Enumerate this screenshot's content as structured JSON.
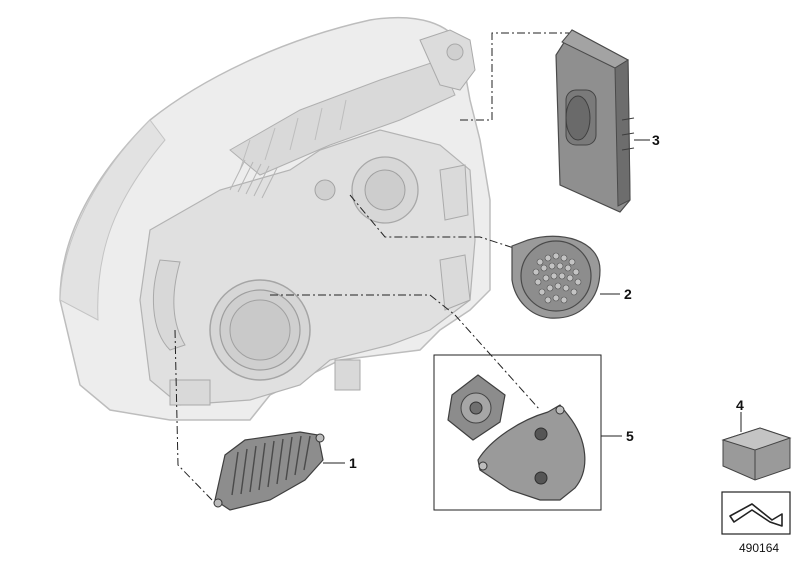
{
  "diagram": {
    "callouts": [
      {
        "id": "1",
        "label": "1"
      },
      {
        "id": "2",
        "label": "2"
      },
      {
        "id": "3",
        "label": "3"
      },
      {
        "id": "4",
        "label": "4"
      },
      {
        "id": "5",
        "label": "5"
      }
    ],
    "reference_number": "490164",
    "colors": {
      "housing_fill": "#e6e6e6",
      "housing_stroke": "#b8b8b8",
      "part_fill": "#8c8c8c",
      "part_dark": "#5c5c5c",
      "line": "#222222"
    }
  }
}
